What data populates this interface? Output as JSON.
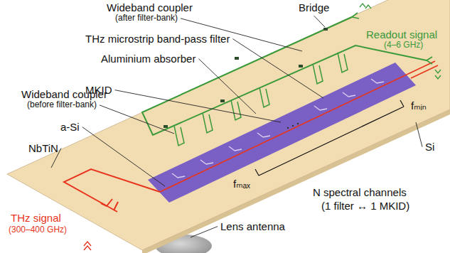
{
  "diagram": {
    "labels": [
      "Wideband coupler",
      "(after filter-bank)",
      "Bridge",
      "THz microstrip band-pass filter",
      "Aluminium absorber",
      "MKID",
      "Wideband coupler",
      "(before filter-bank)",
      "a-Si",
      "NbTiN",
      "Readout signal",
      "(4–6 GHz)",
      "Si",
      "fₘᵢₙ",
      "fₘₐₓ",
      "N spectral channels",
      "(1 filter ↔ 1 MKID)",
      "THz signal",
      "(300–400 GHz)",
      "Lens antenna"
    ]
  }
}
